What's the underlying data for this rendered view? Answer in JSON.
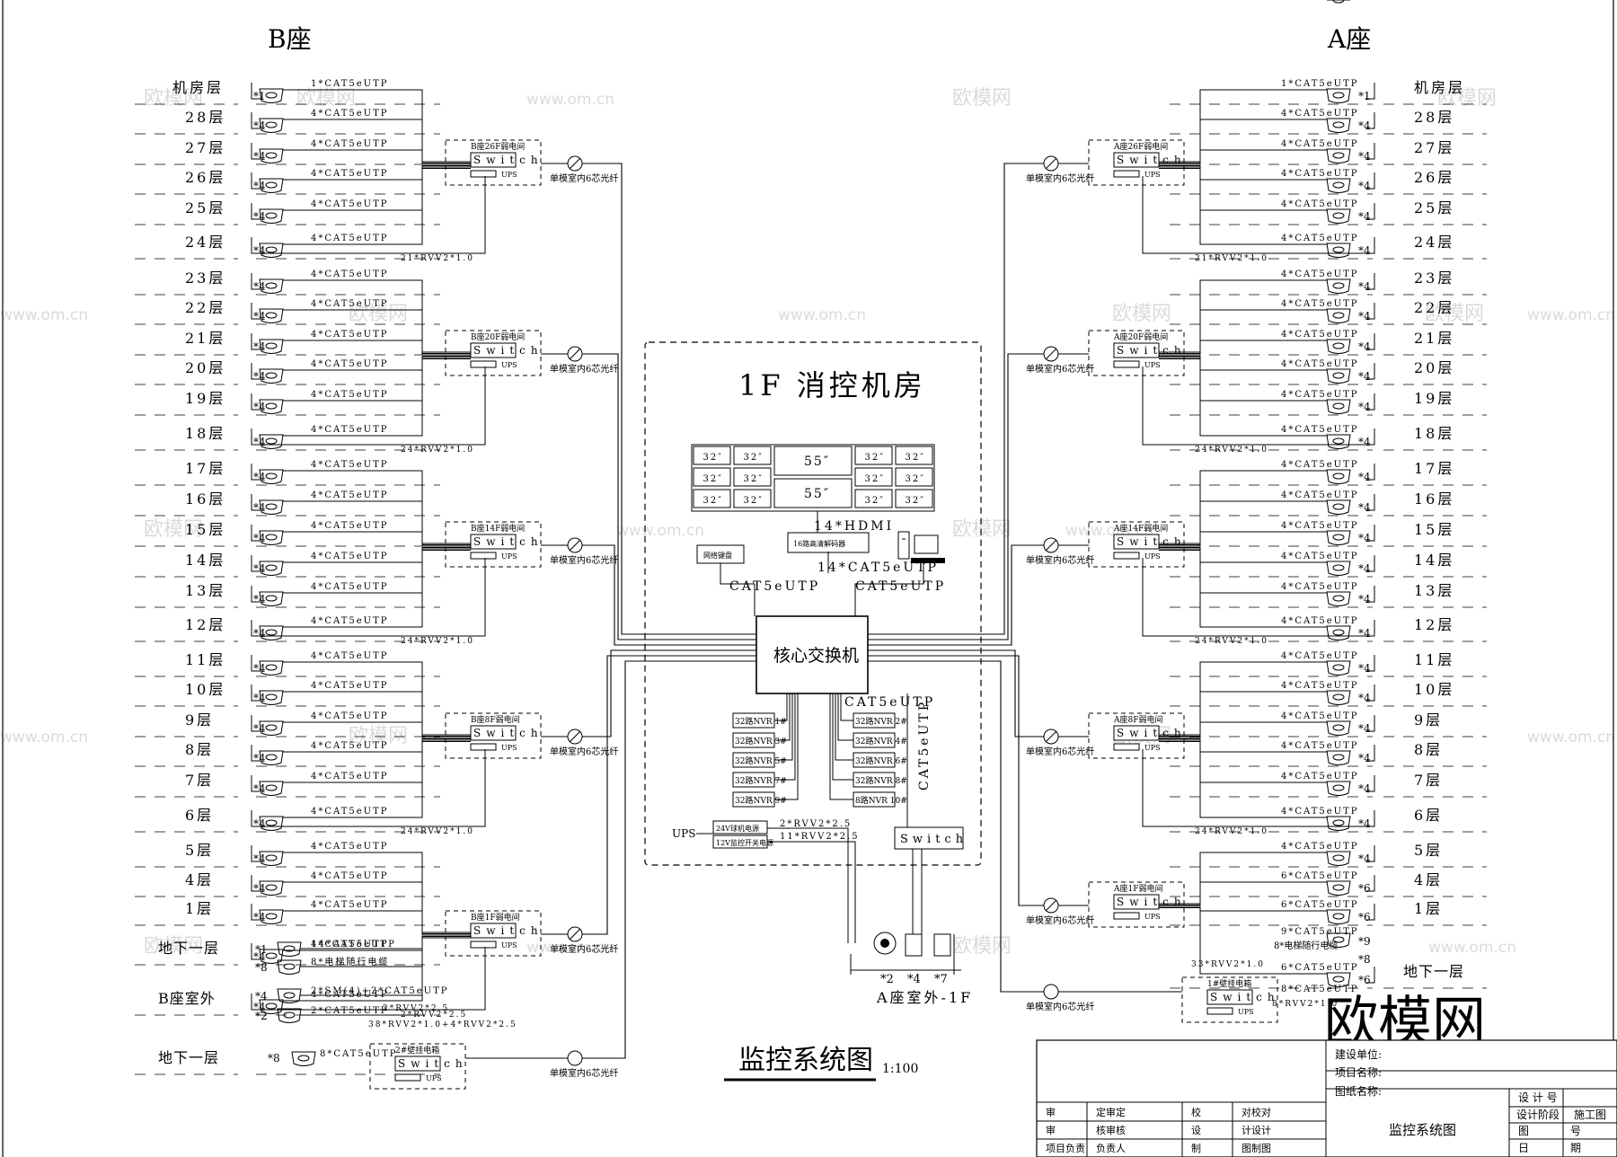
{
  "title": "监控系统图",
  "scale": "1:100",
  "buildings": {
    "b": "B座",
    "a": "A座"
  },
  "room_title": "1F 消控机房",
  "core_switch": "核心交换机",
  "floors_b": [
    "机房层",
    "28层",
    "27层",
    "26层",
    "25层",
    "24层",
    "23层",
    "22层",
    "21层",
    "20层",
    "19层",
    "18层",
    "17层",
    "16层",
    "15层",
    "14层",
    "13层",
    "12层",
    "11层",
    "10层",
    "9层",
    "8层",
    "7层",
    "6层",
    "5层",
    "4层",
    "1层",
    "地下一层",
    "B座室外",
    "地下一层"
  ],
  "floors_a": [
    "机房层",
    "28层",
    "27层",
    "26层",
    "25层",
    "24层",
    "23层",
    "22层",
    "21层",
    "20层",
    "19层",
    "18层",
    "17层",
    "16层",
    "15层",
    "14层",
    "13层",
    "12层",
    "11层",
    "10层",
    "9层",
    "8层",
    "7层",
    "6层",
    "5层",
    "4层",
    "1层",
    "地下一层"
  ],
  "closets_b": [
    "B座26F弱电间",
    "B座20F弱电间",
    "B座14F弱电间",
    "B座8F弱电间",
    "B座1F弱电间",
    "2#壁挂电箱"
  ],
  "closets_a": [
    "A座26F弱电间",
    "A座20F弱电间",
    "A座14F弱电间",
    "A座8F弱电间",
    "A座1F弱电间",
    "1#壁挂电箱"
  ],
  "switch_label": "Switch",
  "ups": "UPS",
  "fiber_label": "单模室内6芯光纤",
  "cable_cat5": "4*CAT5eUTP",
  "cable_cat5_1": "1*CAT5eUTP",
  "cable_cat5_6": "6*CAT5eUTP",
  "cable_cat5_9": "9*CAT5eUTP",
  "cable_cat5_14": "14*CAT5eUTP",
  "cable_cat5_8": "8*CAT5eUTP",
  "cable_cat5_2": "2*CAT5eUTP",
  "cable_sm": "2*SM(4)+2*CAT5eUTP",
  "elevator": "8*电梯随行电缆",
  "rvv_b": [
    "21*RVV2*1.0",
    "24*RVV2*1.0",
    "24*RVV2*1.0",
    "24*RVV2*1.0",
    "2*RVV2*2.5",
    "38*RVV2*1.0+4*RVV2*2.5"
  ],
  "rvv_a": [
    "21*RVV2*1.0",
    "24*RVV2*1.0",
    "24*RVV2*1.0",
    "24*RVV2*1.0",
    "33*RVV2*1.0",
    "8*RVV2*1.0"
  ],
  "monitors": [
    "32″",
    "32″",
    "55″",
    "32″",
    "32″",
    "32″",
    "32″",
    "32″",
    "32″",
    "32″",
    "32″",
    "55″",
    "32″",
    "32″"
  ],
  "hdmi": "14*HDMI",
  "decoder": "16路高清解码器",
  "keyboard": "网络键盘",
  "cat5": "CAT5eUTP",
  "cat5_14": "14*CAT5eUTP",
  "nvr_left": [
    "32路NVR 1#",
    "32路NVR 3#",
    "32路NVR 5#",
    "32路NVR 7#",
    "32路NVR 9#"
  ],
  "nvr_right": [
    "32路NVR 2#",
    "32路NVR 4#",
    "32路NVR 6#",
    "32路NVR 8#",
    "8路NVR 10#"
  ],
  "power": [
    "24V球机电源",
    "12V监控开关电源"
  ],
  "rvv_power": [
    "2*RVV2*2.5",
    "11*RVV2*2.5"
  ],
  "outdoor_a": "A座室外-1F",
  "outdoor_counts": [
    "*2",
    "*4",
    "*7"
  ],
  "title_block": {
    "build_unit": "建设单位:",
    "project": "项目名称:",
    "drawing": "图纸名称:",
    "design_no": "设 计 号",
    "stage": "设计阶段",
    "stage_val": "施工图",
    "fig": "图",
    "no": "号",
    "date_a": "日",
    "date_b": "期",
    "drawing_name": "监控系统图",
    "cells": [
      "审",
      "定审定",
      "校",
      "对校对",
      "审",
      "核审核",
      "设",
      "计设计",
      "项目负责",
      "负责人",
      "制",
      "图制图"
    ]
  },
  "watermark": "欧模网",
  "watermark_url": "www.om.cn"
}
